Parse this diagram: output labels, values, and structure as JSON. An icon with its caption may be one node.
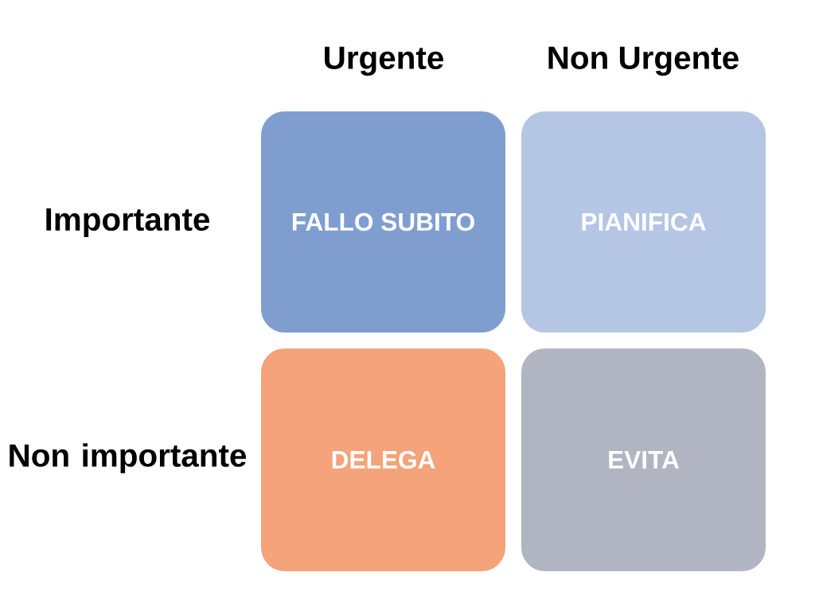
{
  "diagram": {
    "nodes": [
      {
        "text": [
          "FALLO SUBITO"
        ]
      },
      {
        "text": [
          "PIANIFICA"
        ]
      },
      {
        "text": [
          "DELEGA"
        ]
      },
      {
        "text": [
          "EVITA"
        ]
      }
    ],
    "labels": [
      "Urgente",
      "Non Urgente",
      "Importante",
      "Non importante"
    ]
  }
}
